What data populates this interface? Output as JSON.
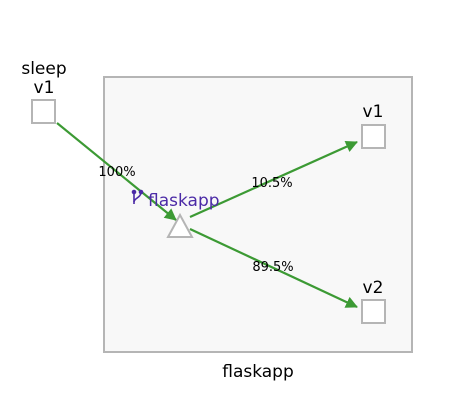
{
  "colors": {
    "edge": "#3c9a34",
    "box_border": "#b5b5b5",
    "group_fill": "#f8f8f8",
    "service_label": "#4b2aa6"
  },
  "group": {
    "label": "flaskapp"
  },
  "nodes": {
    "source": {
      "app": "sleep",
      "version": "v1"
    },
    "service": {
      "icon": "branch-icon",
      "label": "flaskapp"
    },
    "target_v1": {
      "version": "v1"
    },
    "target_v2": {
      "version": "v2"
    }
  },
  "edges": {
    "source_to_service": "100%",
    "service_to_v1": "10.5%",
    "service_to_v2": "89.5%"
  }
}
